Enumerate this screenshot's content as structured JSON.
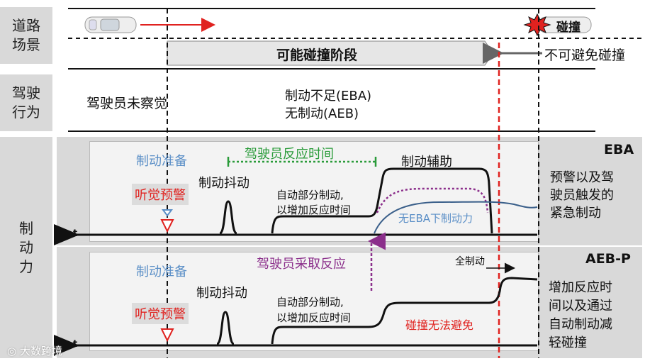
{
  "row_labels": {
    "road": [
      "道路",
      "场景"
    ],
    "driver": [
      "驾驶",
      "行为"
    ],
    "force": [
      "制",
      "动",
      "力"
    ]
  },
  "scene": {
    "collision_label": "碰撞",
    "possible_collision_phase": "可能碰撞阶段",
    "unavoidable_collision": "不可避免碰撞"
  },
  "driver_behavior": {
    "unaware": "驾驶员未察觉",
    "insufficient_line1": "制动不足(EBA)",
    "insufficient_line2": "无制动(AEB)"
  },
  "eba": {
    "title": "EBA",
    "description": [
      "预警以及驾",
      "驶员触发的",
      "紧急制动"
    ],
    "brake_prepare": "制动准备",
    "driver_reaction_time": "驾驶员反应时间",
    "brake_assist": "制动辅助",
    "audible_warning": "听觉预警",
    "brake_jerk": "制动抖动",
    "partial_brake_line1": "自动部分制动,",
    "partial_brake_line2": "以增加反应时间",
    "no_eba_force": "无EBA下制动力",
    "axis_t": "t"
  },
  "aeb": {
    "title": "AEB-P",
    "description": [
      "增加反应时",
      "间以及通过",
      "自动制动减",
      "轻碰撞"
    ],
    "brake_prepare": "制动准备",
    "driver_reacts": "驾驶员采取反应",
    "full_brake": "全制动",
    "brake_jerk": "制动抖动",
    "audible_warning": "听觉预警",
    "partial_brake_line1": "自动部分制动,",
    "partial_brake_line2": "以增加反应时间",
    "collision_unavoidable": "碰撞无法避免",
    "axis_t": "t"
  },
  "watermark": "大数跨境",
  "colors": {
    "red": "#e0221f",
    "blue": "#5b8fc7",
    "green": "#2a9b3a",
    "purple": "#8b2f8b",
    "dark_blue_curve": "#3a5f8a",
    "gray_panel": "#d9d9d9"
  }
}
